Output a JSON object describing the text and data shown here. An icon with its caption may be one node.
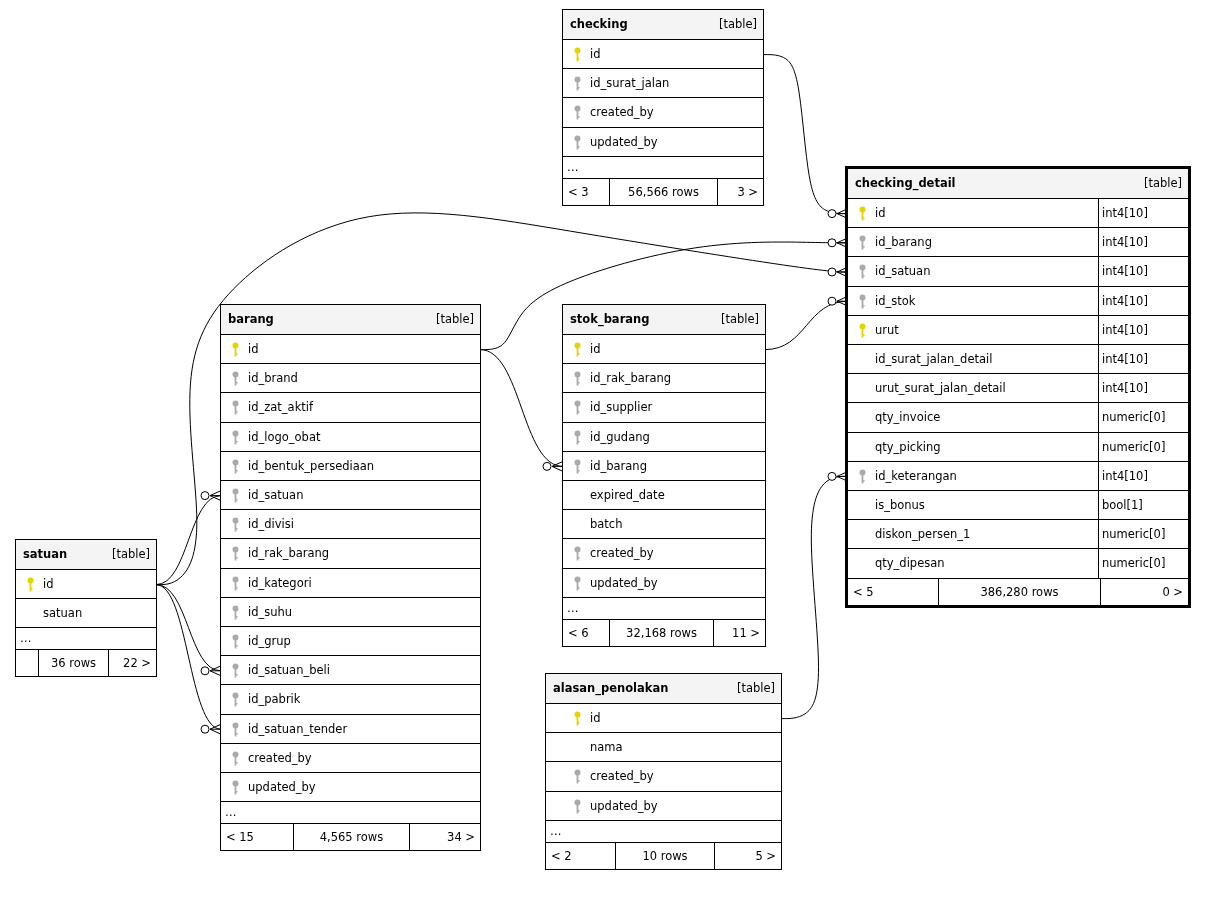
{
  "diagram": {
    "nodes": [
      {
        "text": [
          "checking",
          "[table]"
        ]
      },
      {
        "text": [
          "id"
        ],
        "in": 0
      },
      {
        "text": [
          "id_surat_jalan"
        ],
        "in": 0
      },
      {
        "text": [
          "created_by"
        ],
        "in": 0
      },
      {
        "text": [
          "updated_by"
        ],
        "in": 0
      },
      {
        "text": [
          "…"
        ],
        "in": 0
      },
      {
        "text": [
          "< 3",
          "56,566 rows",
          "3 >"
        ],
        "in": 0
      },
      {
        "text": [
          "checking_detail",
          "[table]"
        ]
      },
      {
        "text": [
          "id",
          "int4[10]"
        ],
        "in": 7
      },
      {
        "text": [
          "id_barang",
          "int4[10]"
        ],
        "in": 7
      },
      {
        "text": [
          "id_satuan",
          "int4[10]"
        ],
        "in": 7
      },
      {
        "text": [
          "id_stok",
          "int4[10]"
        ],
        "in": 7
      },
      {
        "text": [
          "urut",
          "int4[10]"
        ],
        "in": 7
      },
      {
        "text": [
          "id_surat_jalan_detail",
          "int4[10]"
        ],
        "in": 7
      },
      {
        "text": [
          "urut_surat_jalan_detail",
          "int4[10]"
        ],
        "in": 7
      },
      {
        "text": [
          "qty_invoice",
          "numeric[0]"
        ],
        "in": 7
      },
      {
        "text": [
          "qty_picking",
          "numeric[0]"
        ],
        "in": 7
      },
      {
        "text": [
          "id_keterangan",
          "int4[10]"
        ],
        "in": 7
      },
      {
        "text": [
          "is_bonus",
          "bool[1]"
        ],
        "in": 7
      },
      {
        "text": [
          "diskon_persen_1",
          "numeric[0]"
        ],
        "in": 7
      },
      {
        "text": [
          "qty_dipesan",
          "numeric[0]"
        ],
        "in": 7
      },
      {
        "text": [
          "< 5",
          "386,280 rows",
          "0 >"
        ],
        "in": 7
      },
      {
        "text": [
          "barang",
          "[table]"
        ]
      },
      {
        "text": [
          "id"
        ],
        "in": 22
      },
      {
        "text": [
          "id_brand"
        ],
        "in": 22
      },
      {
        "text": [
          "id_zat_aktif"
        ],
        "in": 22
      },
      {
        "text": [
          "id_logo_obat"
        ],
        "in": 22
      },
      {
        "text": [
          "id_bentuk_persediaan"
        ],
        "in": 22
      },
      {
        "text": [
          "id_satuan"
        ],
        "in": 22
      },
      {
        "text": [
          "id_divisi"
        ],
        "in": 22
      },
      {
        "text": [
          "id_rak_barang"
        ],
        "in": 22
      },
      {
        "text": [
          "id_kategori"
        ],
        "in": 22
      },
      {
        "text": [
          "id_suhu"
        ],
        "in": 22
      },
      {
        "text": [
          "id_grup"
        ],
        "in": 22
      },
      {
        "text": [
          "id_satuan_beli"
        ],
        "in": 22
      },
      {
        "text": [
          "id_pabrik"
        ],
        "in": 22
      },
      {
        "text": [
          "id_satuan_tender"
        ],
        "in": 22
      },
      {
        "text": [
          "created_by"
        ],
        "in": 22
      },
      {
        "text": [
          "updated_by"
        ],
        "in": 22
      },
      {
        "text": [
          "…"
        ],
        "in": 22
      },
      {
        "text": [
          "< 15",
          "4,565 rows",
          "34 >"
        ],
        "in": 22
      },
      {
        "text": [
          "stok_barang",
          "[table]"
        ]
      },
      {
        "text": [
          "id"
        ],
        "in": 41
      },
      {
        "text": [
          "id_rak_barang"
        ],
        "in": 41
      },
      {
        "text": [
          "id_supplier"
        ],
        "in": 41
      },
      {
        "text": [
          "id_gudang"
        ],
        "in": 41
      },
      {
        "text": [
          "id_barang"
        ],
        "in": 41
      },
      {
        "text": [
          "expired_date"
        ],
        "in": 41
      },
      {
        "text": [
          "batch"
        ],
        "in": 41
      },
      {
        "text": [
          "created_by"
        ],
        "in": 41
      },
      {
        "text": [
          "updated_by"
        ],
        "in": 41
      },
      {
        "text": [
          "…"
        ],
        "in": 41
      },
      {
        "text": [
          "< 6",
          "32,168 rows",
          "11 >"
        ],
        "in": 41
      },
      {
        "text": [
          "satuan",
          "[table]"
        ]
      },
      {
        "text": [
          "id"
        ],
        "in": 53
      },
      {
        "text": [
          "satuan"
        ],
        "in": 53
      },
      {
        "text": [
          "…"
        ],
        "in": 53
      },
      {
        "text": [
          "36 rows",
          "22 >"
        ],
        "in": 53
      },
      {
        "text": [
          "alasan_penolakan",
          "[table]"
        ]
      },
      {
        "text": [
          "id"
        ],
        "in": 58
      },
      {
        "text": [
          "nama"
        ],
        "in": 58
      },
      {
        "text": [
          "created_by"
        ],
        "in": 58
      },
      {
        "text": [
          "updated_by"
        ],
        "in": 58
      },
      {
        "text": [
          "…"
        ],
        "in": 58
      },
      {
        "text": [
          "< 2",
          "10 rows",
          "5 >"
        ],
        "in": 58
      }
    ],
    "edges": [
      {
        "from": 1,
        "to": 8,
        "arrow": "other"
      },
      {
        "from": 23,
        "to": 9,
        "arrow": "other"
      },
      {
        "from": 54,
        "to": 10,
        "arrow": "other"
      },
      {
        "from": 42,
        "to": 11,
        "arrow": "other"
      },
      {
        "from": 23,
        "to": 46,
        "arrow": "other"
      },
      {
        "from": 59,
        "to": 17,
        "arrow": "other"
      },
      {
        "from": 54,
        "to": 28,
        "arrow": "other"
      },
      {
        "from": 54,
        "to": 34,
        "arrow": "other"
      },
      {
        "from": 54,
        "to": 36,
        "arrow": "other"
      }
    ]
  }
}
